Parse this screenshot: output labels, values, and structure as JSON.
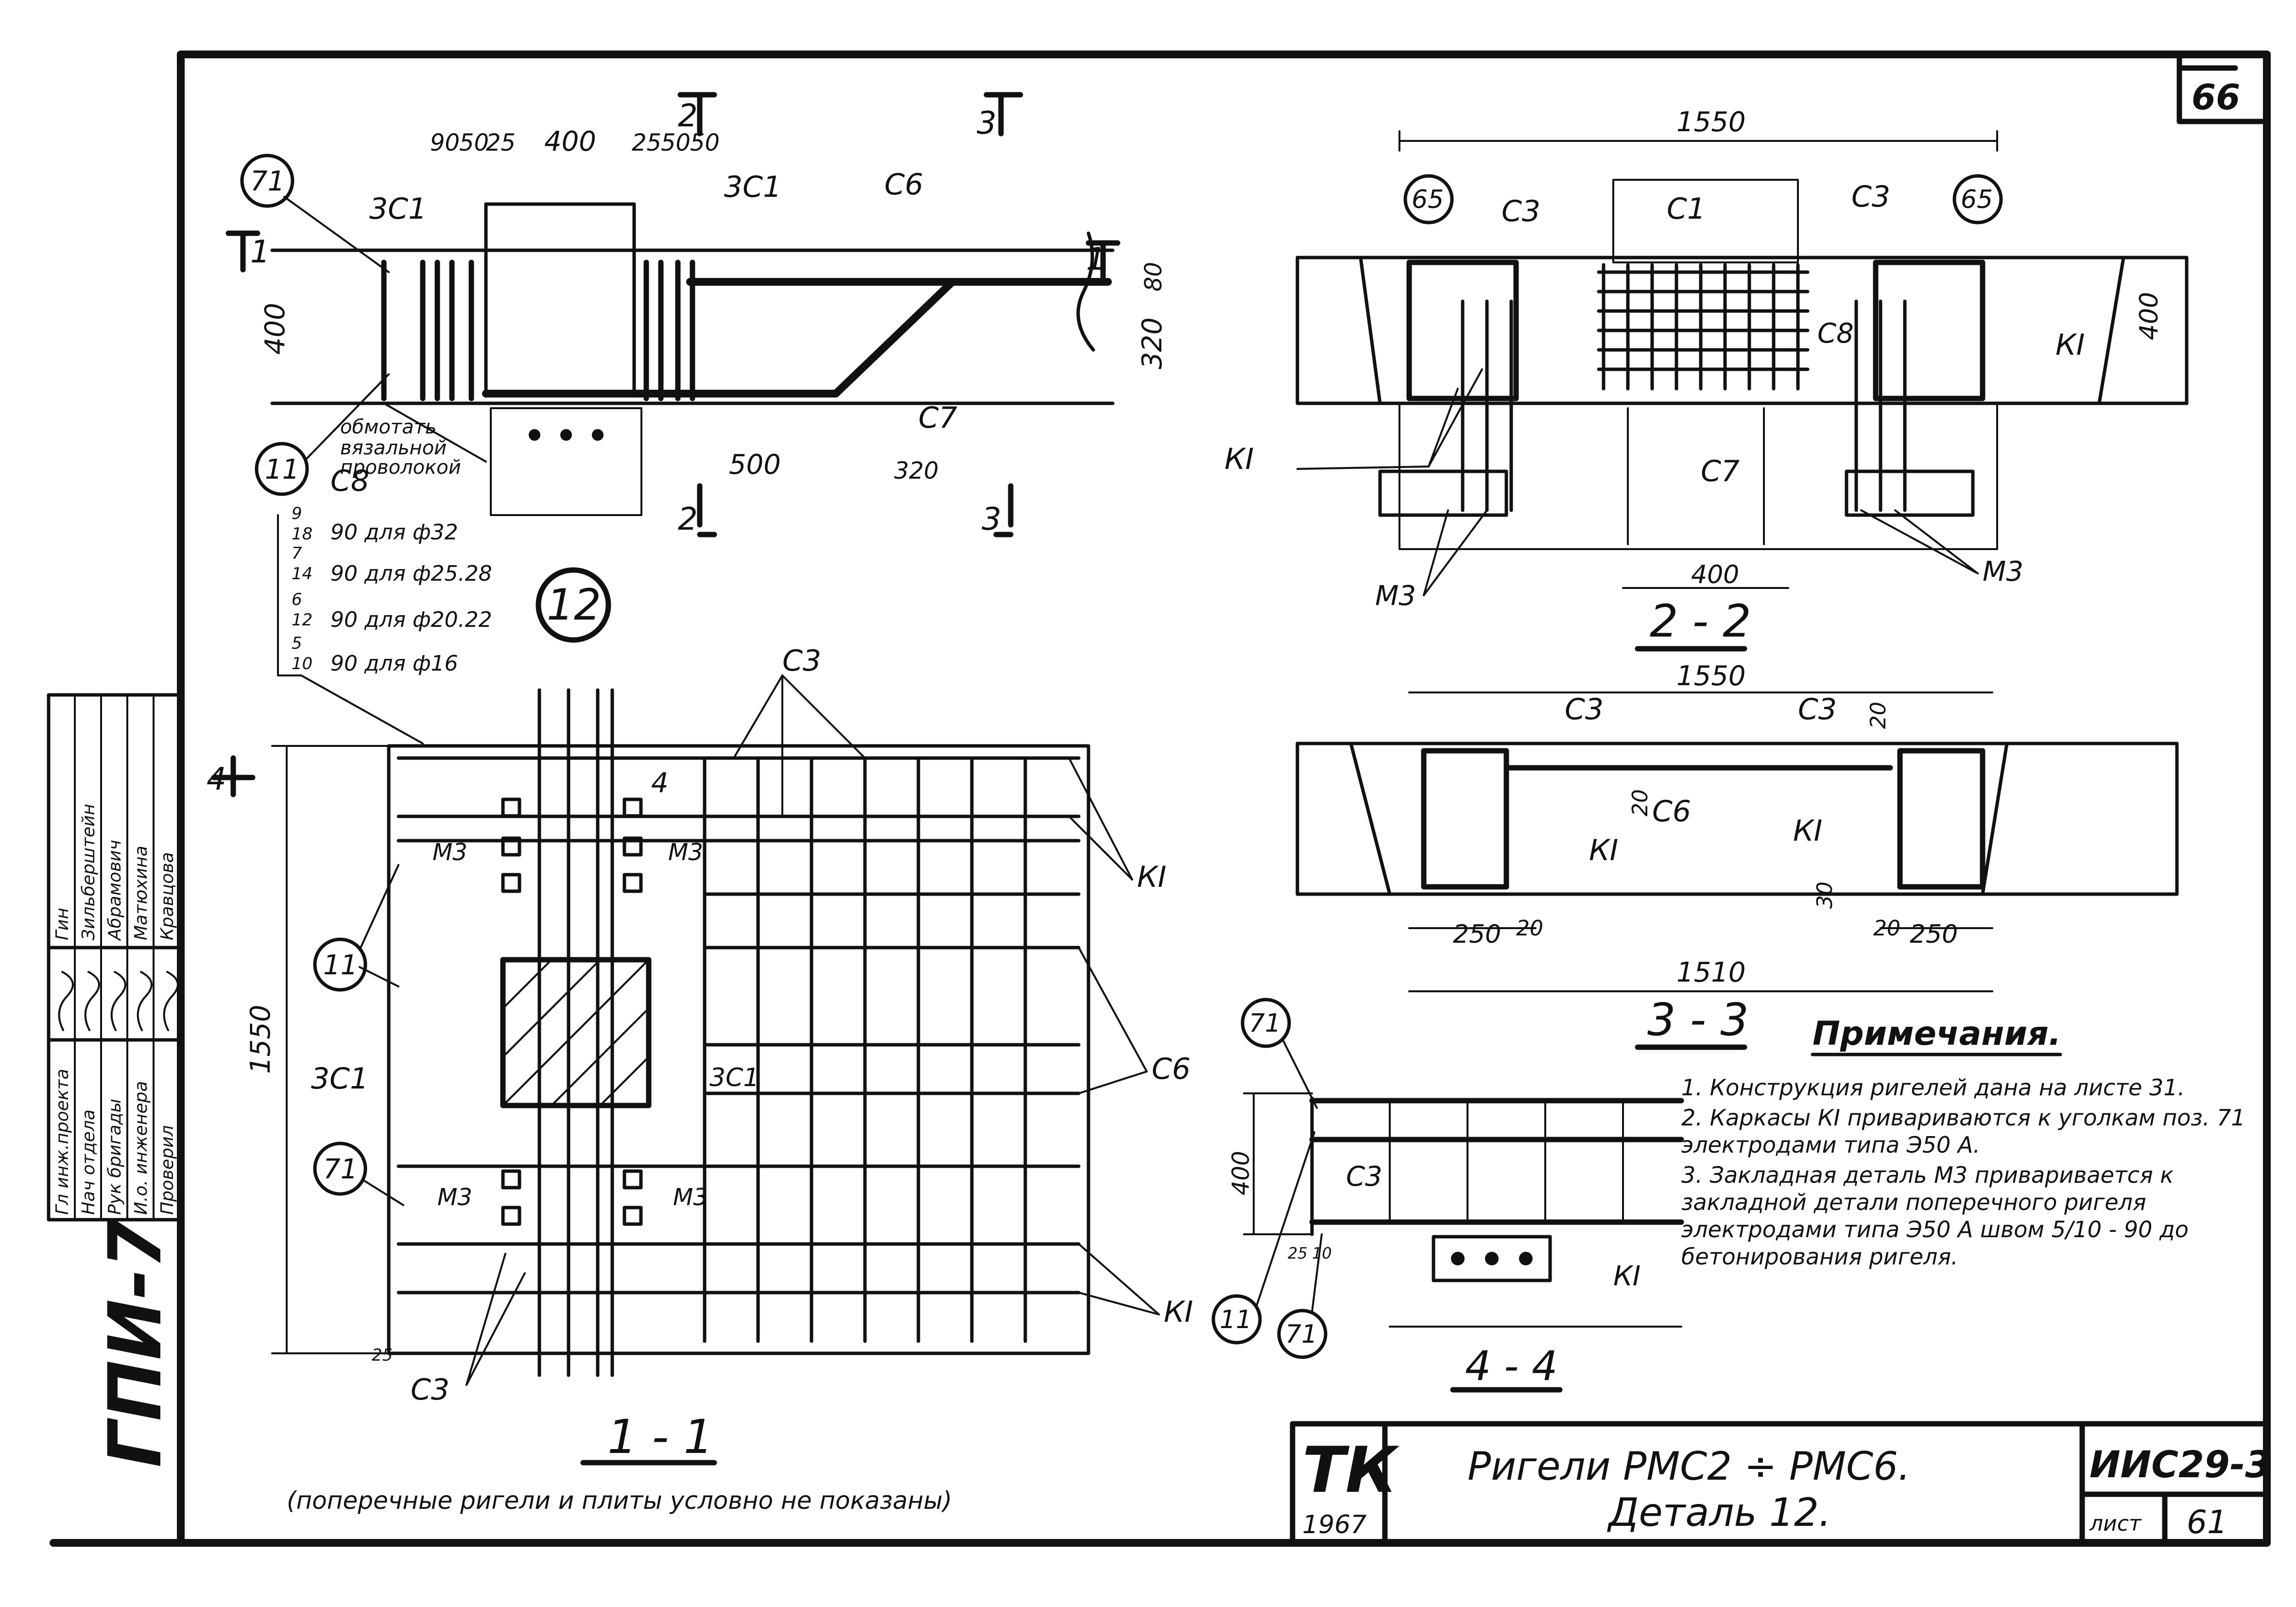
{
  "sheet_number_top": "66",
  "left_strip_code": "ГПИ-7",
  "approvals": {
    "titles": [
      "Гл инж.проекта",
      "Нач отдела",
      "Рук бригады",
      "И.о. инженера",
      "Проверил"
    ],
    "names": [
      "Гин",
      "Зильберштейн",
      "Абрамович",
      "Матюхина",
      "Кравцова"
    ]
  },
  "detail_12": {
    "marker": "12",
    "callouts": [
      "71",
      "11"
    ],
    "bar_labels": [
      "3С1",
      "3С1",
      "С6",
      "С7",
      "С8"
    ],
    "dims_top": [
      "90",
      "50",
      "25",
      "400",
      "25",
      "50",
      "50"
    ],
    "dims_side": [
      "400",
      "80",
      "320"
    ],
    "dims_bottom": [
      "500",
      "320"
    ],
    "note_wire": [
      "обмотать",
      "вязальной",
      "проволокой"
    ],
    "sections": [
      "1",
      "1",
      "2",
      "2",
      "3",
      "3"
    ],
    "weld_table": [
      {
        "num": "9",
        "den": "18",
        "text": "90 для ф32"
      },
      {
        "num": "7",
        "den": "14",
        "text": "90 для ф25.28"
      },
      {
        "num": "6",
        "den": "12",
        "text": "90 для ф20.22"
      },
      {
        "num": "5",
        "den": "10",
        "text": "90 для ф16"
      }
    ]
  },
  "section_2_2": {
    "title": "2 - 2",
    "dim_width": "1550",
    "dim_height": "400",
    "dim_bottom": "400",
    "labels": [
      "65",
      "65",
      "С3",
      "С1",
      "С3",
      "С8",
      "КI",
      "КI",
      "С7",
      "М3",
      "М3"
    ]
  },
  "section_3_3": {
    "title": "3 - 3",
    "dim_width": "1550",
    "dim_bottom": "1510",
    "dims": [
      "250",
      "20",
      "20",
      "250",
      "20",
      "30",
      "20"
    ],
    "labels": [
      "С3",
      "С3",
      "С6",
      "КI",
      "КI"
    ]
  },
  "section_1_1": {
    "title": "1 - 1",
    "caption": "(поперечные ригели и плиты условно не показаны)",
    "dim_side": "1550",
    "dim_small": "25",
    "section_marks": [
      "4",
      "4"
    ],
    "labels": [
      "С3",
      "КI",
      "С6",
      "КI",
      "С3",
      "3С1",
      "3С1",
      "М3",
      "М3",
      "М3",
      "М3"
    ],
    "callouts": [
      "11",
      "71"
    ]
  },
  "section_4_4": {
    "title": "4 - 4",
    "dim_height": "400",
    "dims": [
      "25",
      "10"
    ],
    "labels": [
      "С3",
      "КI"
    ],
    "callouts": [
      "71",
      "11",
      "71"
    ]
  },
  "notes": {
    "heading": "Примечания.",
    "items": [
      "1. Конструкция ригелей дана на листе 31.",
      "2. Каркасы КI привариваются к уголкам поз. 71 электродами типа Э50 А.",
      "3. Закладная деталь М3 приваривается к закладной детали поперечного ригеля электродами типа Э50 А швом 5/10 - 90 до бетонирования ригеля."
    ]
  },
  "title_block": {
    "org": "ТК",
    "year": "1967",
    "title_line1": "Ригели РМС2 ÷ РМС6.",
    "title_line2": "Деталь 12.",
    "series": "ИИС29-3",
    "sheet_label": "лист",
    "sheet_no": "61"
  }
}
